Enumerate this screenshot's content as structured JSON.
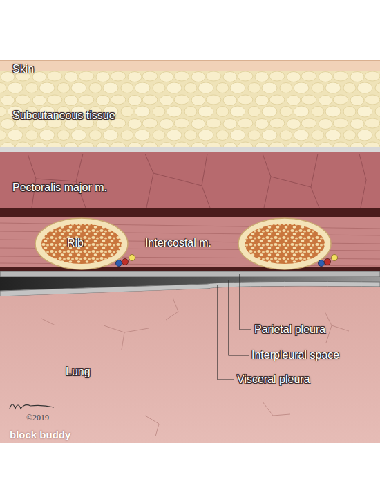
{
  "diagram": {
    "labels": [
      "Skin",
      "Subcutaneous tissue",
      "Pectoralis major m.",
      "Rib",
      "Intercostal m.",
      "Parietal pleura",
      "Interpleural space",
      "Visceral pleura",
      "Lung",
      "©2019",
      "block buddy"
    ]
  }
}
